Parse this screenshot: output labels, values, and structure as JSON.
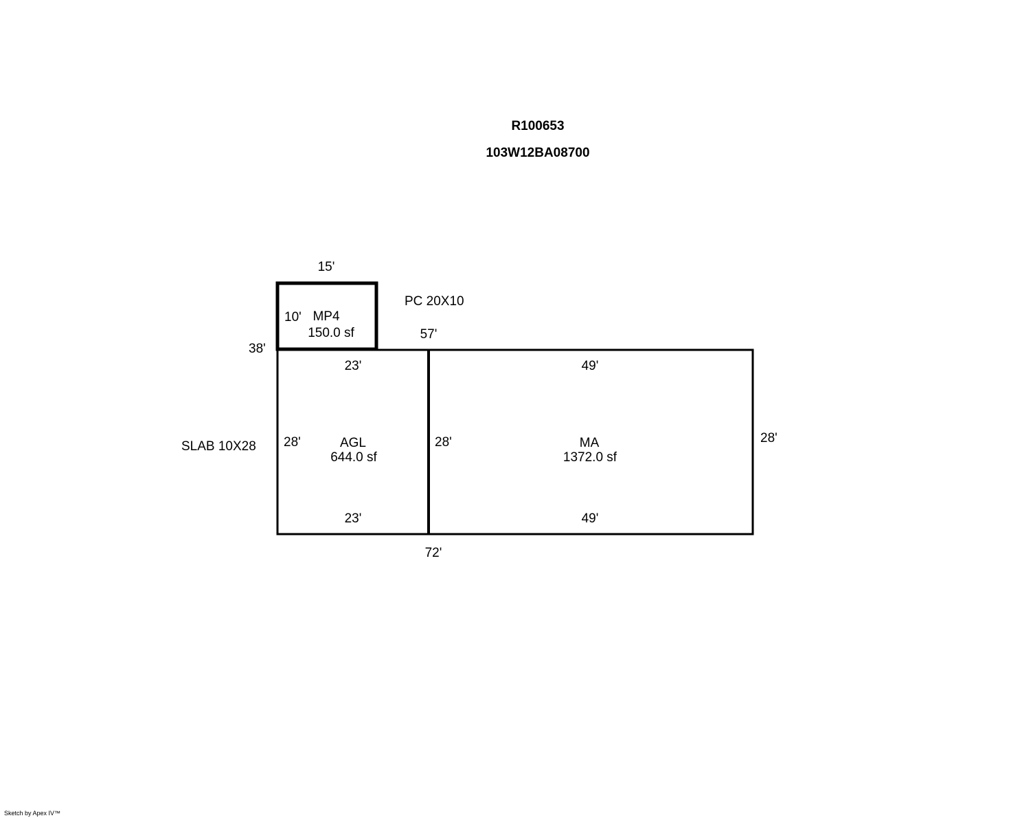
{
  "header": {
    "account": "R100653",
    "map_taxlot": "103W12BA08700"
  },
  "areas": {
    "mp4": {
      "code": "MP4",
      "area": "150.0 sf",
      "top": "15'",
      "side": "10'"
    },
    "agl": {
      "code": "AGL",
      "area": "644.0 sf",
      "top": "23'",
      "bottom": "23'",
      "left": "28'"
    },
    "ma": {
      "code": "MA",
      "area": "1372.0 sf",
      "top": "49'",
      "bottom": "49'",
      "left": "28'",
      "right": "28'"
    }
  },
  "outer_dims": {
    "top_run": "57'",
    "left_total": "38'",
    "bottom_total": "72'"
  },
  "notes": {
    "porch": "PC 20X10",
    "slab": "SLAB 10X28"
  },
  "footer": "Sketch by Apex IV™"
}
